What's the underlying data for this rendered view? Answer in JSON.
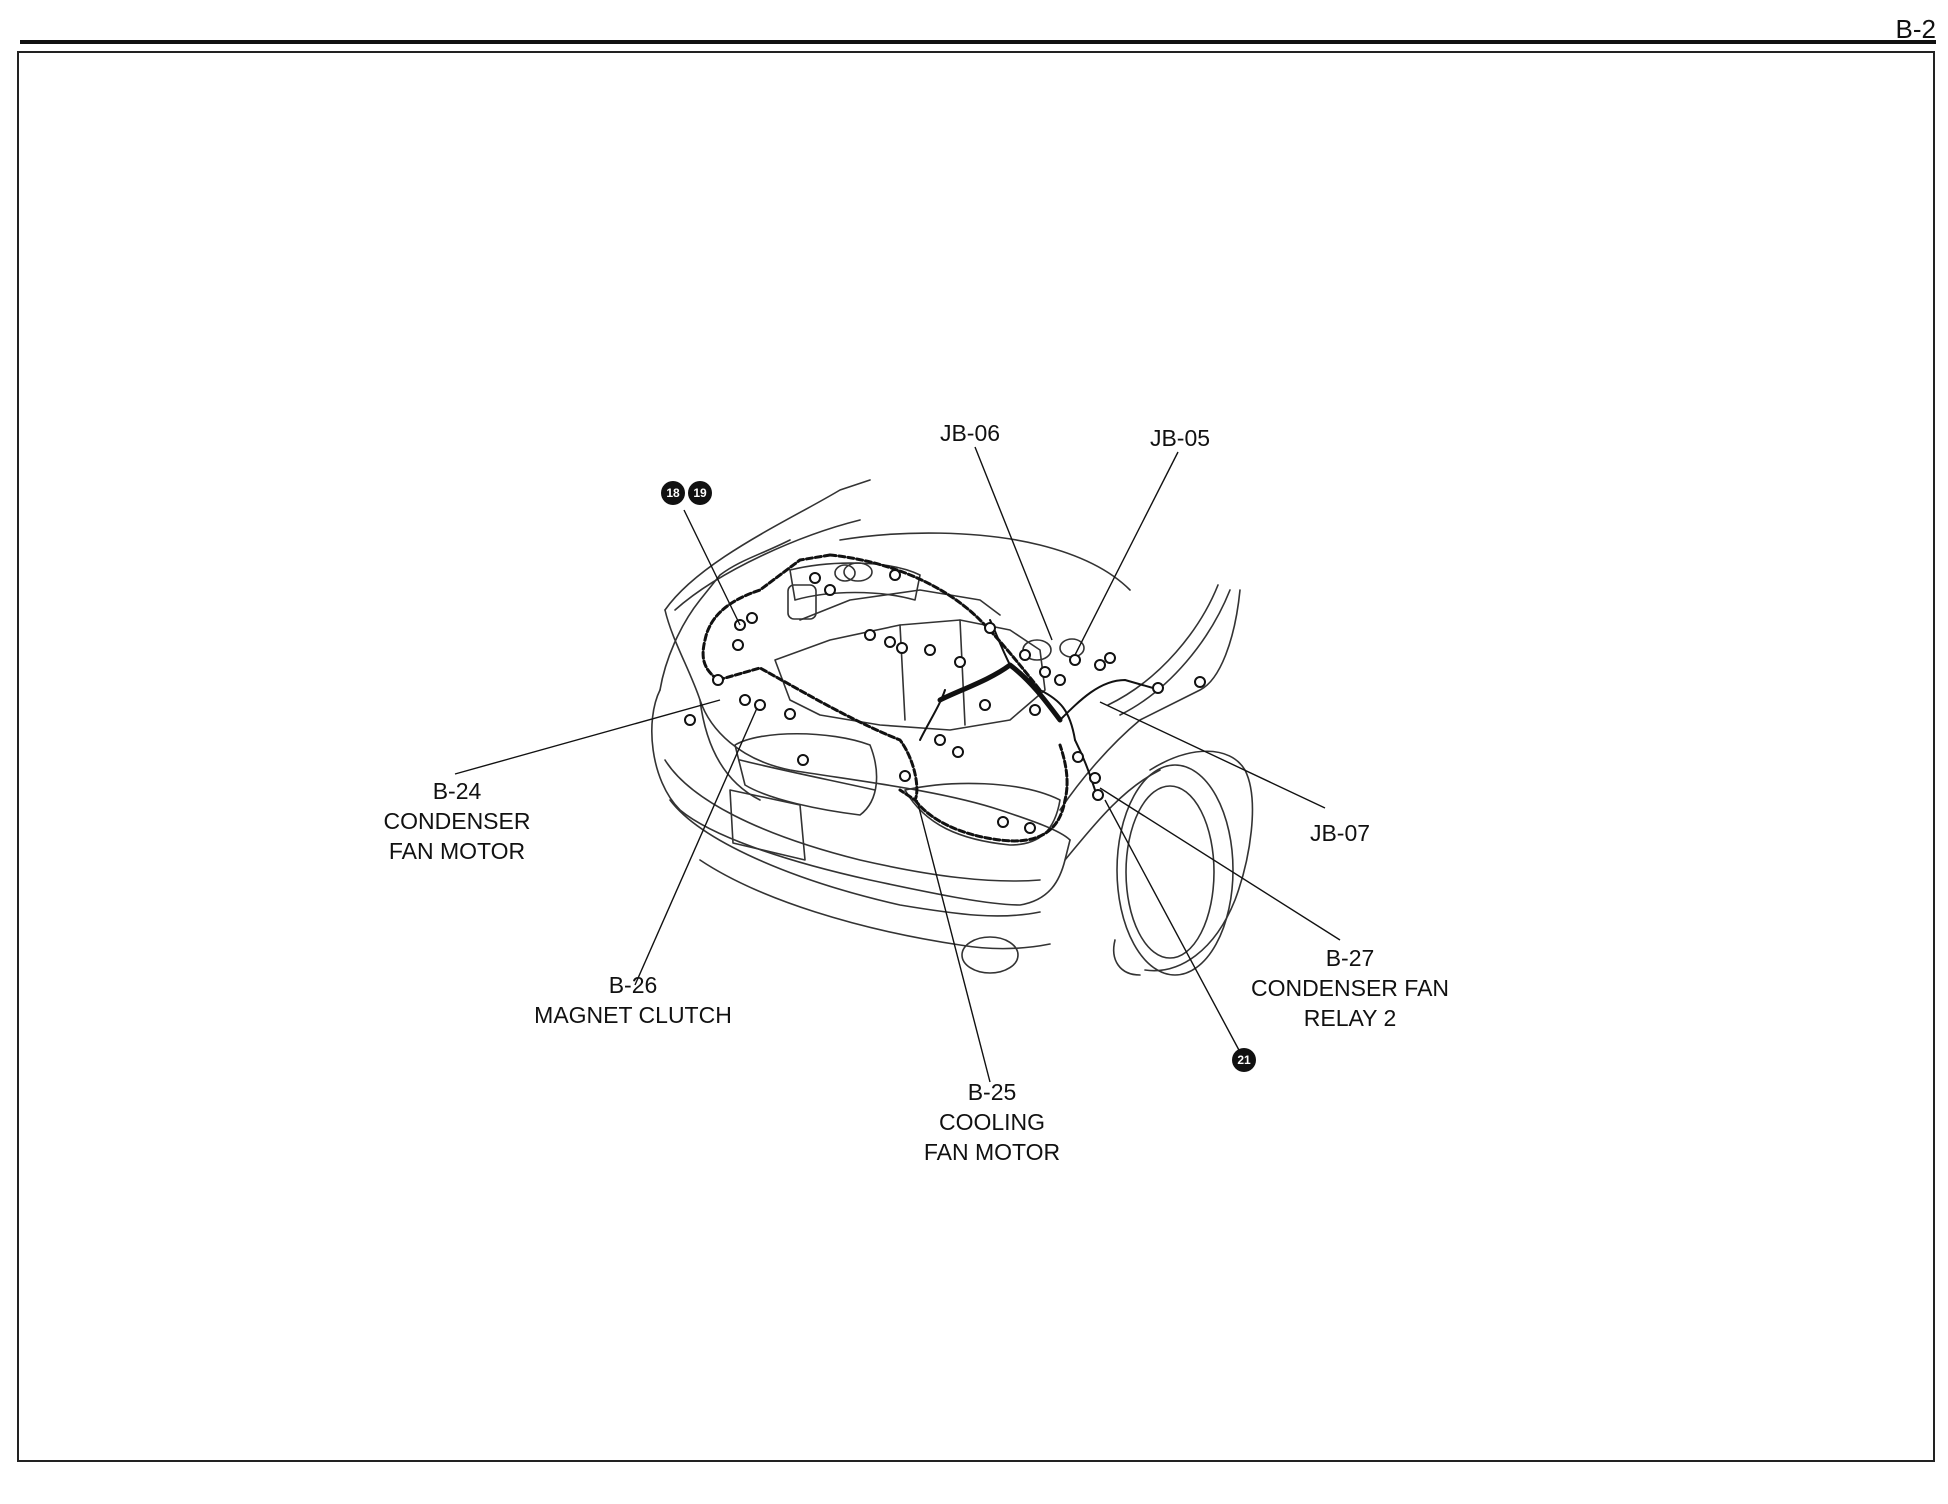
{
  "page_number": "B-2",
  "callouts": [
    {
      "id": "JB-06",
      "lines": [
        "JB-06"
      ]
    },
    {
      "id": "JB-05",
      "lines": [
        "JB-05"
      ]
    },
    {
      "id": "JB-07",
      "lines": [
        "JB-07"
      ]
    },
    {
      "id": "B-24",
      "lines": [
        "B-24",
        "CONDENSER",
        "FAN MOTOR"
      ]
    },
    {
      "id": "B-26",
      "lines": [
        "B-26",
        "MAGNET CLUTCH"
      ]
    },
    {
      "id": "B-25",
      "lines": [
        "B-25",
        "COOLING",
        "FAN MOTOR"
      ]
    },
    {
      "id": "B-27",
      "lines": [
        "B-27",
        "CONDENSER FAN",
        "RELAY 2"
      ]
    }
  ],
  "ground_refs": [
    "18",
    "19",
    "21"
  ]
}
